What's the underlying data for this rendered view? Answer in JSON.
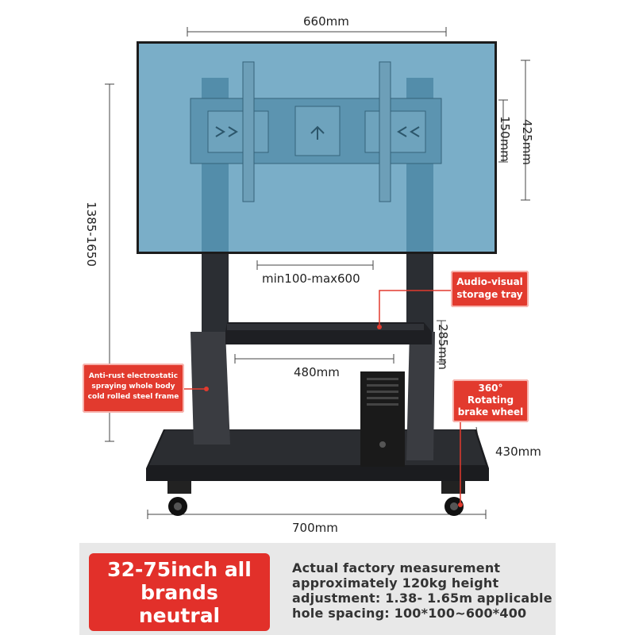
{
  "dimensions": {
    "top_width": "660mm",
    "total_height": "1385-1650",
    "bracket_height": "150mm",
    "panel_height": "425mm",
    "vesa_range": "min100-max600",
    "tray_height": "285mm",
    "tray_width": "480mm",
    "base_depth": "430mm",
    "base_width": "700mm"
  },
  "callouts": {
    "tray": "Audio-visual\nstorage tray",
    "frame": "Anti-rust electrostatic\nspraying whole body\ncold rolled steel frame",
    "wheel": "360°\nRotating\nbrake wheel"
  },
  "badge": {
    "line1": "32-75inch all",
    "line2": "brands",
    "line3": "neutral"
  },
  "spec": {
    "line1": "Actual factory measurement",
    "line2": "approximately 120kg height",
    "line3": "adjustment: 1.38- 1.65m applicable",
    "line4": "hole spacing: 100*100~600*400"
  },
  "colors": {
    "accent_red": "#e23a2e",
    "screen_blue": "#7aaec8",
    "steel": "#2a2c30"
  }
}
